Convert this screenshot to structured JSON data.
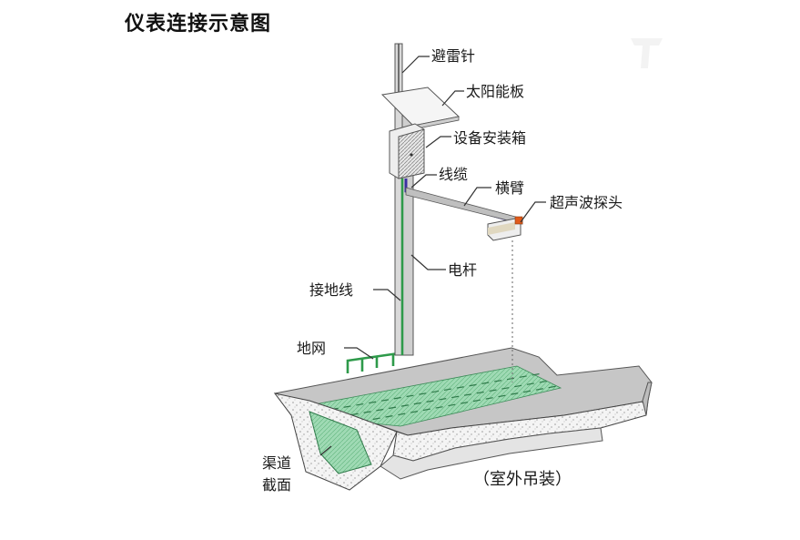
{
  "title": "仪表连接示意图",
  "labels": {
    "lightning_rod": "避雷针",
    "solar_panel": "太阳能板",
    "equipment_box": "设备安装箱",
    "cable": "线缆",
    "cross_arm": "横臂",
    "ultrasonic_probe": "超声波探头",
    "pole": "电杆",
    "ground_wire": "接地线",
    "ground_grid": "地网",
    "channel_section_line1": "渠道",
    "channel_section_line2": "截面",
    "installation_caption": "（室外吊装）"
  },
  "colors": {
    "water": "#8fd3a7",
    "cable": "#3a2fa0",
    "ground": "#2e9a4a",
    "probe_tip": "#e05a1a",
    "concrete_top": "#b9b9b9",
    "concrete_fill": "#f2f2f2"
  }
}
